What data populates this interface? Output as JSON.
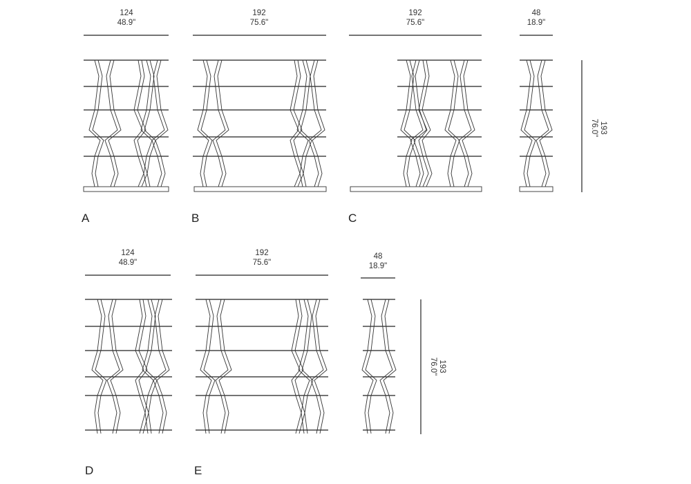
{
  "title": "Bookcase dimension diagram",
  "height_dimension": {
    "cm": "193",
    "in": "76.0\""
  },
  "top_row": [
    {
      "label": "A",
      "width_cm": "124",
      "width_in": "48.9\""
    },
    {
      "label": "B",
      "width_cm": "192",
      "width_in": "75.6\""
    },
    {
      "label": "C",
      "width_cm": "192",
      "width_in": "75.6\""
    },
    {
      "label": "",
      "width_cm": "48",
      "width_in": "18.9\""
    }
  ],
  "bottom_row": [
    {
      "label": "D",
      "width_cm": "124",
      "width_in": "48.9\""
    },
    {
      "label": "E",
      "width_cm": "192",
      "width_in": "75.6\""
    },
    {
      "label": "",
      "width_cm": "48",
      "width_in": "18.9\""
    }
  ]
}
